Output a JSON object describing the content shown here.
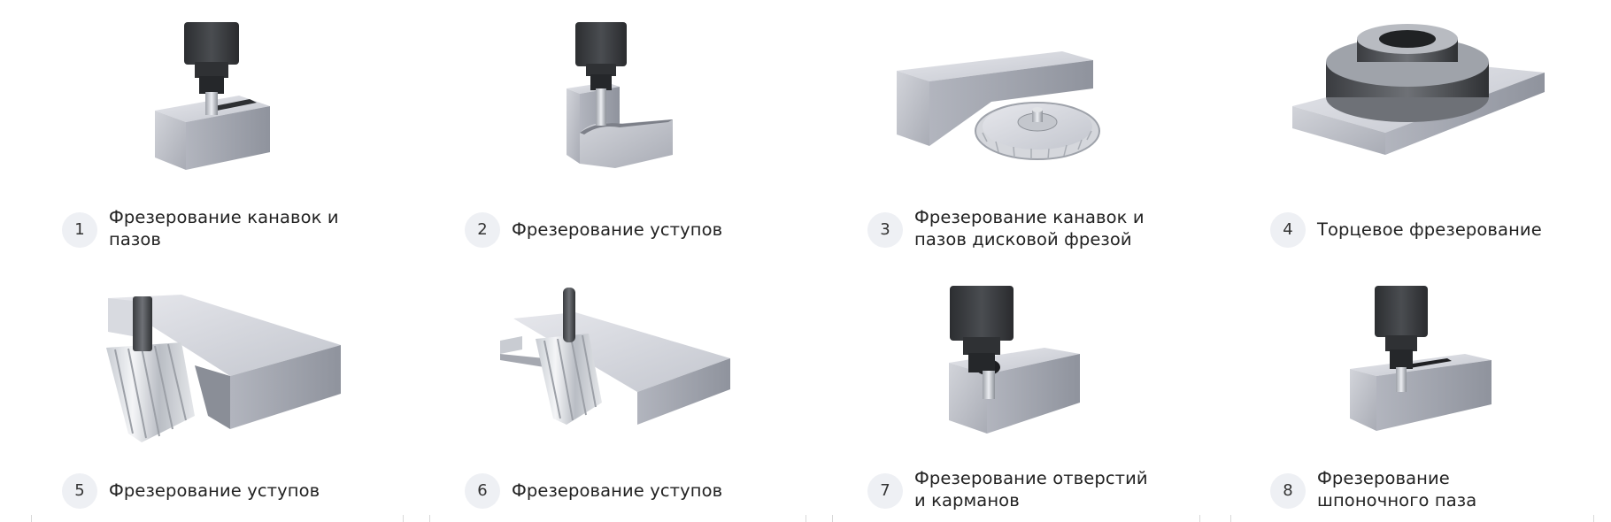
{
  "operations": [
    {
      "number": "1",
      "title": "Фрезерование канавок и пазов",
      "lines": [
        "Фрезерование канавок и",
        "пазов"
      ],
      "illustration": "slot-milling-end-mill"
    },
    {
      "number": "2",
      "title": "Фрезерование уступов",
      "lines": [
        "Фрезерование уступов"
      ],
      "illustration": "step-milling-end-mill"
    },
    {
      "number": "3",
      "title": "Фрезерование канавок и пазов дисковой фрезой",
      "lines": [
        "Фрезерование канавок и",
        "пазов дисковой фрезой"
      ],
      "illustration": "slot-milling-disc-cutter"
    },
    {
      "number": "4",
      "title": "Торцевое фрезерование",
      "lines": [
        "Торцевое фрезерование"
      ],
      "illustration": "face-milling"
    },
    {
      "number": "5",
      "title": "Фрезерование уступов",
      "lines": [
        "Фрезерование уступов"
      ],
      "illustration": "shoulder-milling-helical-cutter"
    },
    {
      "number": "6",
      "title": "Фрезерование уступов",
      "lines": [
        "Фрезерование уступов"
      ],
      "illustration": "shoulder-milling-helical-cutter-2"
    },
    {
      "number": "7",
      "title": "Фрезерование отверстий и карманов",
      "lines": [
        "Фрезерование отверстий",
        "и карманов"
      ],
      "illustration": "hole-pocket-milling"
    },
    {
      "number": "8",
      "title": "Фрезерование шпоночного паза",
      "lines": [
        "Фрезерование",
        "шпоночного паза"
      ],
      "illustration": "keyway-milling"
    }
  ],
  "colors": {
    "badge_bg": "#eef0f4",
    "text": "#222222",
    "metal_light": "#d9dbe2",
    "metal_mid": "#b6b9c3",
    "metal_dark": "#8e929c",
    "spindle": "#3b3d40"
  }
}
